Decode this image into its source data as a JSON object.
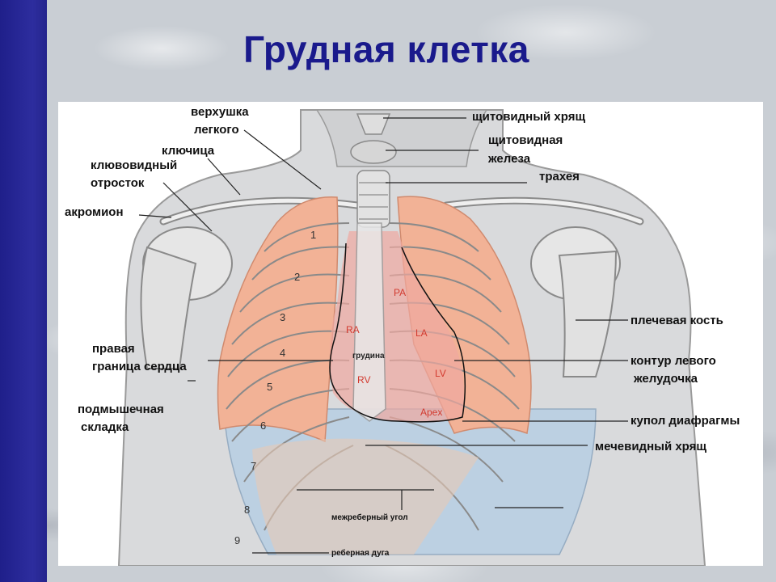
{
  "slide": {
    "title": "Грудная клетка"
  },
  "labels": {
    "apex_lung_1": "верхушка",
    "apex_lung_2": "легкого",
    "clavicle": "ключица",
    "coracoid_1": "клювовидный",
    "coracoid_2": "отросток",
    "acromion": "акромион",
    "thyroid_cartilage": "щитовидный хрящ",
    "thyroid_gland_1": "щитовидная",
    "thyroid_gland_2": "железа",
    "trachea": "трахея",
    "humerus": "плечевая кость",
    "lv_contour_1": "контур левого",
    "lv_contour_2": "желудочка",
    "diaphragm_dome": "купол диафрагмы",
    "xiphoid": "мечевидный хрящ",
    "right_heart_border_1": "правая",
    "right_heart_border_2": "граница сердца",
    "axillary_fold_1": "подмышечная",
    "axillary_fold_2": "складка",
    "sternum": "грудина",
    "intercostal_angle": "межреберный угол",
    "costal_arch": "реберная дуга"
  },
  "chambers": {
    "ra": "RA",
    "rv": "RV",
    "pa": "PA",
    "la": "LA",
    "lv": "LV",
    "apex": "Apex"
  },
  "ribs": [
    "1",
    "2",
    "3",
    "4",
    "5",
    "6",
    "7",
    "8",
    "9"
  ],
  "colors": {
    "side_bar": "#2d2d9e",
    "title": "#1a1a8c",
    "lung": "#f2b296",
    "pleura_recess": "#b9cfe3",
    "heart": "#f0a8a0",
    "chamber_label": "#d23a2f"
  }
}
